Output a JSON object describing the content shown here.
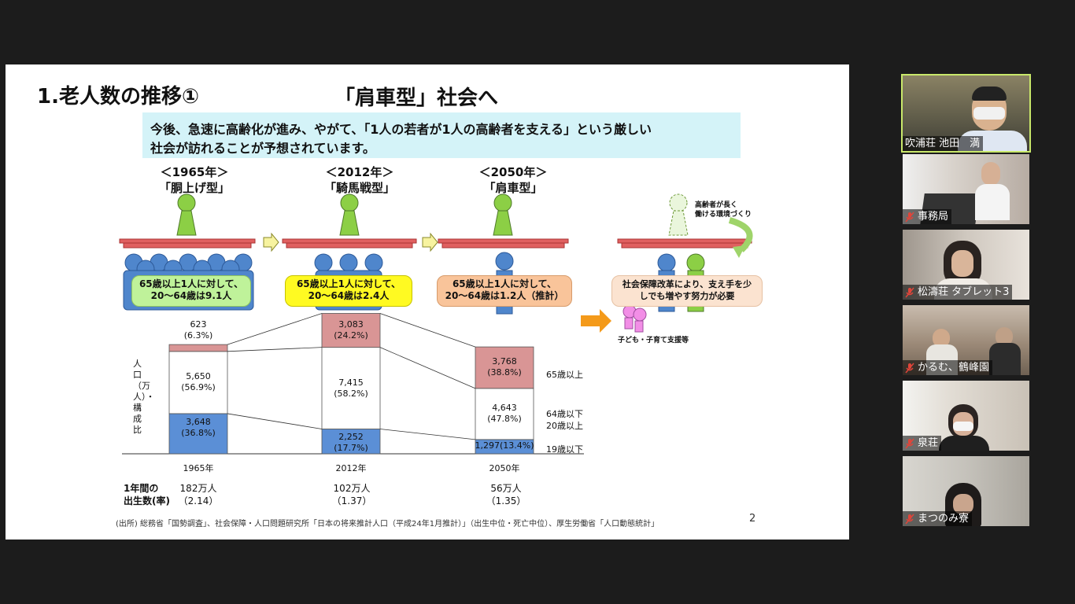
{
  "slide": {
    "title": "1.老人数の推移①",
    "heading": "「肩車型」社会へ",
    "banner_line1": "今後、急速に高齢化が進み、やがて、「1人の若者が1人の高齢者を支える」という厳しい",
    "banner_line2": "社会が訪れることが予想されています。",
    "eras": [
      {
        "year": "＜1965年＞",
        "type": "「胴上げ型」",
        "callout1": "65歳以上1人に対して、",
        "callout2": "20～64歳は9.1人",
        "color": "#bff29a"
      },
      {
        "year": "＜2012年＞",
        "type": "「騎馬戦型」",
        "callout1": "65歳以上1人に対して、",
        "callout2": "20～64歳は2.4人",
        "color": "#fffa22"
      },
      {
        "year": "＜2050年＞",
        "type": "「肩車型」",
        "callout1": "65歳以上1人に対して、",
        "callout2": "20～64歳は1.2人（推計）",
        "color": "#f9c49a"
      }
    ],
    "future": {
      "note1": "高齢者が長く",
      "note2": "働ける環境づくり",
      "callout1": "社会保障改革により、支え手を少",
      "callout2": "しでも増やす努力が必要",
      "children_note": "子ども・子育て支援等"
    },
    "y_axis_label": "人口（万人）・構成比",
    "series_labels": {
      "top": "65歳以上",
      "mid1": "64歳以下",
      "mid2": "20歳以上",
      "low": "19歳以下"
    },
    "births_label1": "1年間の",
    "births_label2": "出生数(率)",
    "births": [
      {
        "count": "182万人",
        "rate": "（2.14）"
      },
      {
        "count": "102万人",
        "rate": "（1.37）"
      },
      {
        "count": "56万人",
        "rate": "（1.35）"
      }
    ],
    "source": "(出所) 総務省「国勢調査」、社会保障・人口問題研究所「日本の将来推計人口（平成24年1月推計）」（出生中位・死亡中位）、厚生労働省「人口動態統計」",
    "page_number": "2"
  },
  "chart_data": {
    "type": "bar",
    "stacked": true,
    "categories": [
      "1965年",
      "2012年",
      "2050年"
    ],
    "series": [
      {
        "name": "19歳以下",
        "values": [
          3648,
          2252,
          1297
        ],
        "shares": [
          "(36.8%)",
          "(17.7%)",
          "(13.4%)"
        ],
        "labels": [
          "3,648",
          "2,252",
          "1,297"
        ],
        "color": "#5b8fd6"
      },
      {
        "name": "20歳以上64歳以下",
        "values": [
          5650,
          7415,
          4643
        ],
        "shares": [
          "(56.9%)",
          "(58.2%)",
          "(47.8%)"
        ],
        "labels": [
          "5,650",
          "7,415",
          "4,643"
        ],
        "color": "#ffffff"
      },
      {
        "name": "65歳以上",
        "values": [
          623,
          3083,
          3768
        ],
        "shares": [
          "(6.3%)",
          "(24.2%)",
          "(38.8%)"
        ],
        "labels": [
          "623",
          "3,083",
          "3,768"
        ],
        "color": "#d99595"
      }
    ]
  },
  "participants": [
    {
      "name": "吹浦荘  池田　満",
      "active": true
    },
    {
      "name": "事務局",
      "active": false
    },
    {
      "name": "松濤荘 タブレット3",
      "active": false
    },
    {
      "name": "かるむ、鶴峰園",
      "active": false
    },
    {
      "name": "泉荘",
      "active": false
    },
    {
      "name": "まつのみ寮",
      "active": false
    }
  ],
  "colors": {
    "banner": "#d4f3f8",
    "beam": "#e06060",
    "figure_blue": "#4f86cc",
    "figure_green": "#8ccf45",
    "arrow_orange": "#f49a1a",
    "active_outline": "#c9e86a",
    "mic_red": "#e0453a"
  }
}
